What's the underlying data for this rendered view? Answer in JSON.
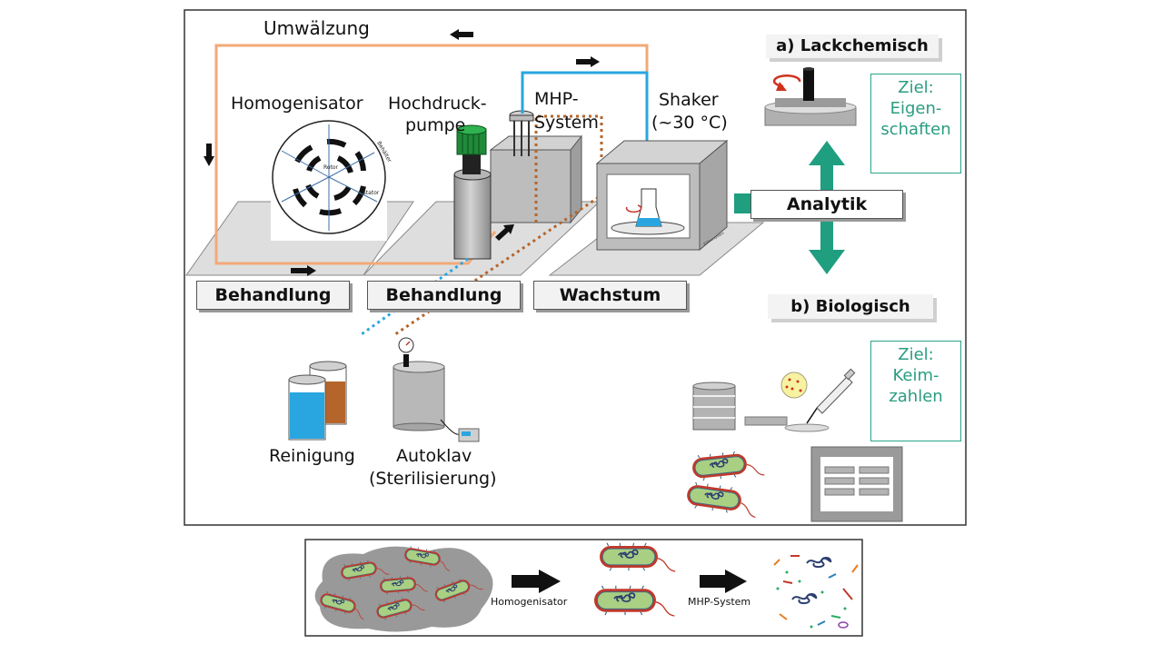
{
  "labels": {
    "umwaelzung": "Umwälzung",
    "homogenisator": "Homogenisator",
    "hochdruckpumpe_1": "Hochdruck-",
    "hochdruckpumpe_2": "pumpe",
    "mhp_1": "MHP-",
    "mhp_2": "System",
    "shaker_1": "Shaker",
    "shaker_2": "(~30 °C)",
    "rotor": "Rotor",
    "stator": "Stator",
    "behaelter": "Behälter",
    "reinigung": "Reinigung",
    "autoklav_1": "Autoklav",
    "autoklav_2": "(Sterilisierung)"
  },
  "stages": {
    "behandlung_1": "Behandlung",
    "behandlung_2": "Behandlung",
    "wachstum": "Wachstum",
    "analytik": "Analytik"
  },
  "analysis": {
    "a": "a) Lackchemisch",
    "b": "b) Biologisch",
    "ziel_a_1": "Ziel:",
    "ziel_a_2": "Eigen-",
    "ziel_a_3": "schaften",
    "ziel_b_1": "Ziel:",
    "ziel_b_2": "Keim-",
    "ziel_b_3": "zahlen"
  },
  "bottom_panel": {
    "homogenisator": "Homogenisator",
    "mhp": "MHP-System"
  },
  "colors": {
    "recirculation_line": "#f2a978",
    "water_line": "#29a6e0",
    "steam_line": "#b5652a",
    "teal_accent": "#1f9e80",
    "bacteria_fill": "#a9cf83",
    "bacteria_outline": "#c0392b"
  }
}
